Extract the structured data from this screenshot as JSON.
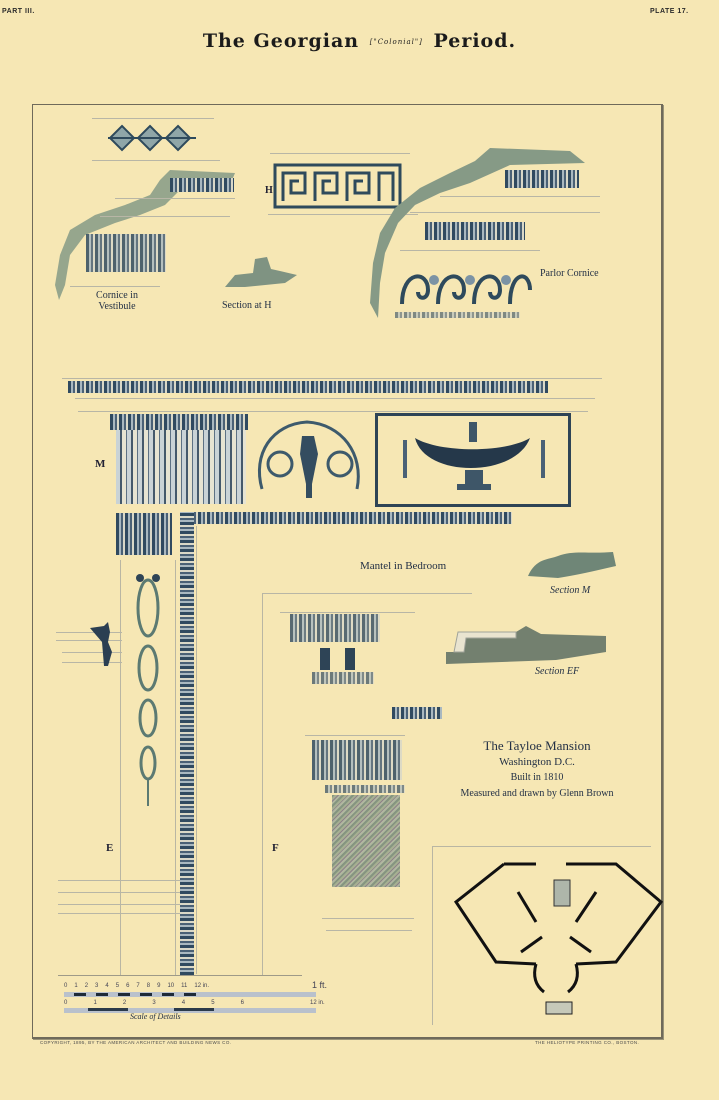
{
  "header": {
    "part": "PART III.",
    "plate": "PLATE 17.",
    "title_main": "The Georgian",
    "title_sub": "[\"Colonial\"]",
    "title_end": "Period."
  },
  "drawings": {
    "cornice_vestibule": {
      "label_line1": "Cornice in",
      "label_line2": "Vestibule"
    },
    "section_h": {
      "letter": "H",
      "label": "Section at H"
    },
    "parlor_cornice": {
      "label": "Parlor Cornice"
    },
    "mantel": {
      "letter_m": "M",
      "label": "Mantel in Bedroom",
      "letter_e": "E",
      "letter_f": "F"
    },
    "section_m": {
      "label": "Section M"
    },
    "section_ef": {
      "label": "Section EF"
    }
  },
  "caption": {
    "line1": "The Tayloe Mansion",
    "line2": "Washington D.C.",
    "line3": "Built in 1810",
    "line4": "Measured and drawn by Glenn Brown"
  },
  "scale": {
    "inch_ticks": [
      "0",
      "1",
      "2",
      "3",
      "4",
      "5",
      "6",
      "7",
      "8",
      "9",
      "10",
      "11",
      "12 in."
    ],
    "foot_label": "1 ft.",
    "lower_ticks": [
      "0",
      "1",
      "2",
      "3",
      "4",
      "5",
      "6"
    ],
    "lower_end": "12 in.",
    "label": "Scale of Details"
  },
  "footer": {
    "left": "COPYRIGHT, 1895, BY THE AMERICAN ARCHITECT AND BUILDING NEWS CO.",
    "right": "THE HELIOTYPE PRINTING CO., BOSTON."
  },
  "colors": {
    "paper": "#f6e7b4",
    "ink": "#1f2a3a",
    "wash_blue": "#4a6176",
    "wash_green": "#6b8070",
    "frame": "#6f6a5a"
  }
}
